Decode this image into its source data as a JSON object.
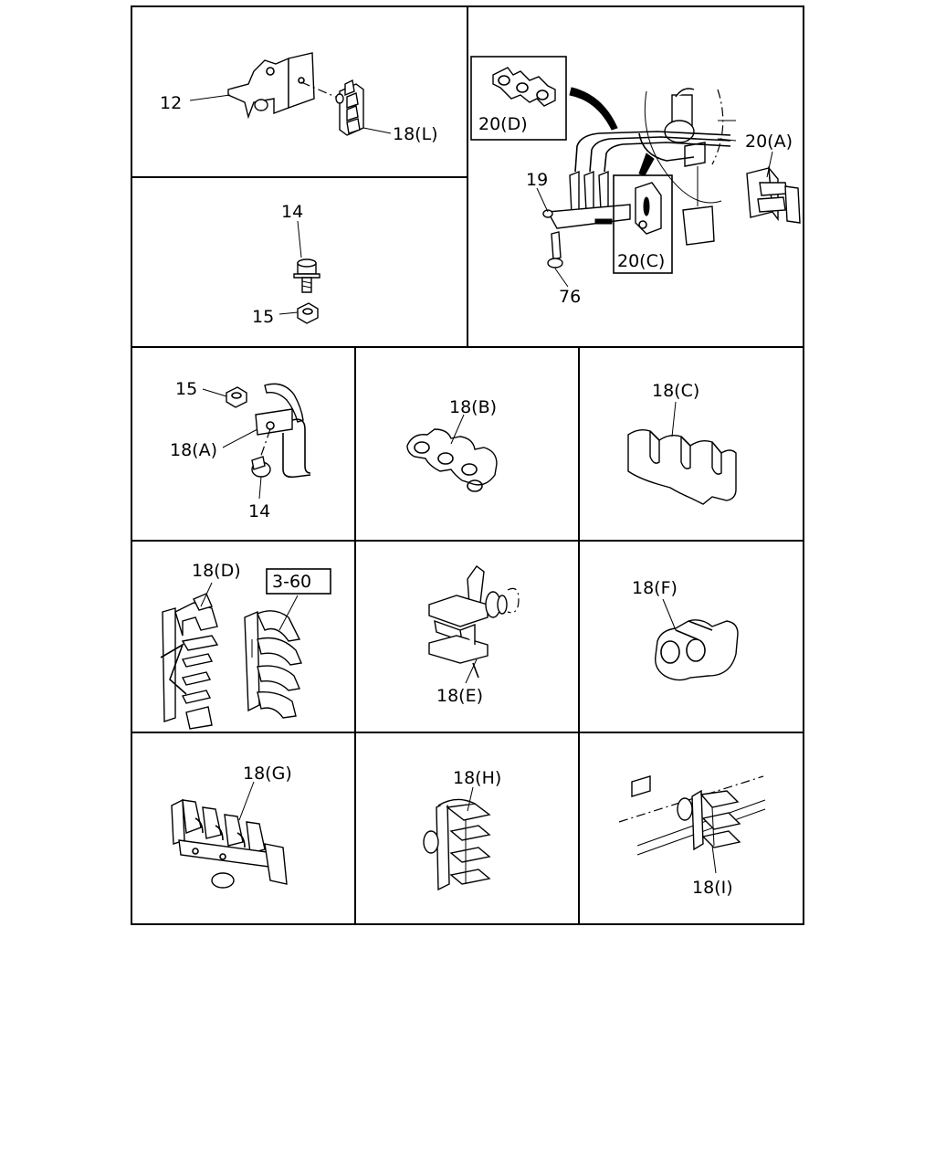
{
  "labels": {
    "p12": "12",
    "p18L": "18(L)",
    "p14a": "14",
    "p15a": "15",
    "p20D": "20(D)",
    "p19": "19",
    "p20A": "20(A)",
    "p20C": "20(C)",
    "p76": "76",
    "p15b": "15",
    "p18A": "18(A)",
    "p14b": "14",
    "p18B": "18(B)",
    "p18C": "18(C)",
    "p18D": "18(D)",
    "ref360": "3-60",
    "p18E": "18(E)",
    "p18F": "18(F)",
    "p18G": "18(G)",
    "p18H": "18(H)",
    "p18I": "18(I)"
  }
}
